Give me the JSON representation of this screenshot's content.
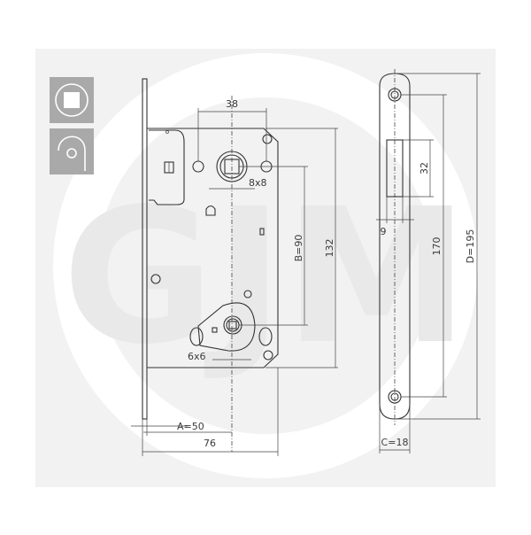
{
  "colors": {
    "background": "#ffffff",
    "panel": "#f2f2f2",
    "watermark_circle": "#ffffff",
    "icon_tile": "#a9a9a9",
    "line": "#333333",
    "text": "#3a3a3a"
  },
  "watermark": {
    "text": "GJM"
  },
  "icons": [
    {
      "name": "square-spindle-icon",
      "description": "square spindle in circle"
    },
    {
      "name": "magnetic-latch-icon",
      "description": "arc with circle"
    }
  ],
  "lock_body": {
    "dimensions": {
      "handle_fixing_spacing": "38",
      "spindle_square": "8x8",
      "turn_square": "6x6",
      "center_distance": "B=90",
      "body_height": "132",
      "backset": "A=50",
      "body_depth": "76"
    }
  },
  "strike_plate": {
    "dimensions": {
      "latch_opening_height": "32",
      "latch_opening_width": "9",
      "screw_spacing": "170",
      "plate_length": "D=195",
      "plate_width": "C=18"
    }
  }
}
